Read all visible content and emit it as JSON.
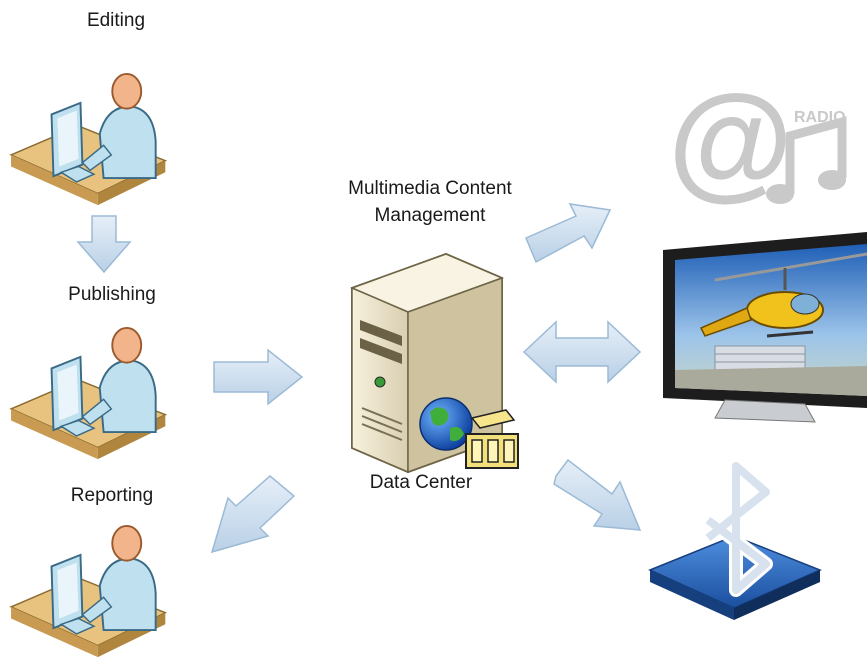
{
  "workflow": {
    "steps": [
      {
        "label": "Editing"
      },
      {
        "label": "Publishing"
      },
      {
        "label": "Reporting"
      }
    ]
  },
  "center": {
    "title_line1": "Multimedia Content",
    "title_line2": "Management",
    "server_label": "Data Center"
  },
  "outputs": {
    "radio_badge": "RADIO"
  },
  "colors": {
    "arrow_fill": "#cfe0ef",
    "arrow_stroke": "#9bbad6",
    "person_skin": "#f2b48a",
    "person_shirt": "#bfe0ee",
    "desk": "#e8c37f",
    "bluetooth_blue": "#2f6fc4"
  }
}
